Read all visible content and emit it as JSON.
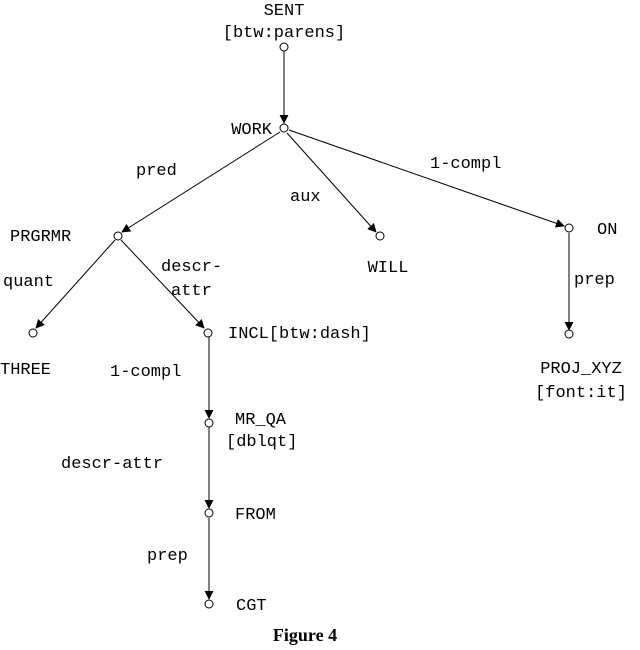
{
  "caption": "Figure 4",
  "nodes": {
    "sent": "SENT",
    "sent_note": "[btw:parens]",
    "work": "WORK",
    "prgrmr": "PRGRMR",
    "will": "WILL",
    "on": "ON",
    "three": "THREE",
    "incl": "INCL[btw:dash]",
    "proj": "PROJ_XYZ",
    "proj_note": "[font:it]",
    "mrqa": "MR_QA",
    "mrqa_note": "[dblqt]",
    "from": "FROM",
    "cgt": "CGT"
  },
  "edges": {
    "pred": "pred",
    "aux": "aux",
    "compl_on": "1-compl",
    "quant": "quant",
    "descr_attr_incl_1": "descr-",
    "descr_attr_incl_2": "attr",
    "prep_proj": "prep",
    "compl_mrqa": "1-compl",
    "descr_attr_from": "descr-attr",
    "prep_cgt": "prep"
  }
}
